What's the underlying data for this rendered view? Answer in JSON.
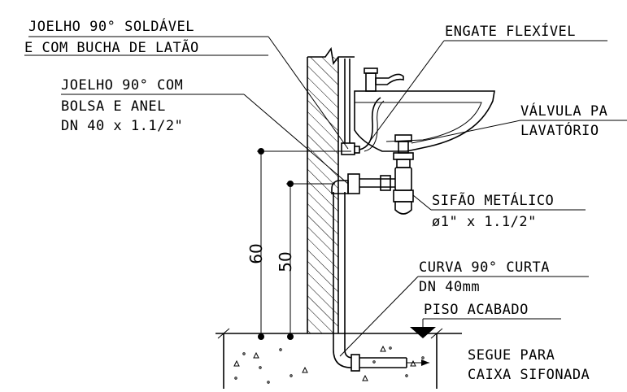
{
  "labels": {
    "joelho_soldavel_1": "JOELHO 90° SOLDÁVEL",
    "joelho_soldavel_2": "E COM BUCHA DE LATÃO",
    "engate": "ENGATE FLEXÍVEL",
    "joelho_bolsa_1": "JOELHO 90° COM",
    "joelho_bolsa_2": "BOLSA E ANEL",
    "joelho_bolsa_3": "DN 40 x 1.1/2\"",
    "valvula_1": "VÁLVULA PA",
    "valvula_2": "LAVATÓRIO",
    "sifao_1": "SIFÃO METÁLICO",
    "sifao_2": "ø1\" x 1.1/2\"",
    "curva_1": "CURVA 90° CURTA",
    "curva_2": "DN 40mm",
    "piso": "PISO ACABADO",
    "segue_1": "SEGUE PARA",
    "segue_2": "CAIXA SIFONADA"
  },
  "dimensions": {
    "height_60": "60",
    "height_50": "50"
  }
}
